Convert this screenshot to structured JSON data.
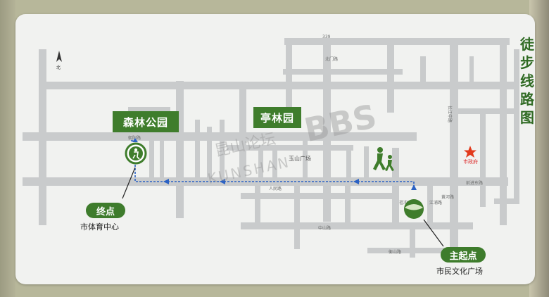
{
  "map": {
    "title": "徒步线路图",
    "parks": [
      {
        "id": "senlin",
        "label": "森林公园"
      },
      {
        "id": "tinglin",
        "label": "亭林园"
      }
    ],
    "plaza_label": "玉山广场",
    "city_hall_label": "市政府",
    "start": {
      "tag": "主起点",
      "place": "市民文化广场"
    },
    "end": {
      "tag": "终点",
      "place": "市体育中心"
    },
    "road_labels": {
      "top_road": "339",
      "north_gate": "北门路",
      "chaoyang": "朝阳路",
      "renmin": "人民路",
      "zhongshan": "中山路",
      "changjiang": "长江中路",
      "qianjin": "前进东路",
      "zuchongzhi": "祖冲之路",
      "jiangpu": "江浦路",
      "huanghe": "黄河路",
      "zhongshan_s": "衡山路"
    },
    "watermark": {
      "main": "昆山论坛",
      "latin": "KUNSHAN",
      "bbs": "BBS"
    },
    "colors": {
      "park_green": "#3f7d2c",
      "route_blue": "#2b62c4",
      "road_gray": "#c9cbcc",
      "star_red": "#e23a1c"
    },
    "icons": [
      "north-arrow-icon",
      "hikers-icon",
      "start-marker-icon",
      "end-marker-icon",
      "star-icon"
    ]
  }
}
